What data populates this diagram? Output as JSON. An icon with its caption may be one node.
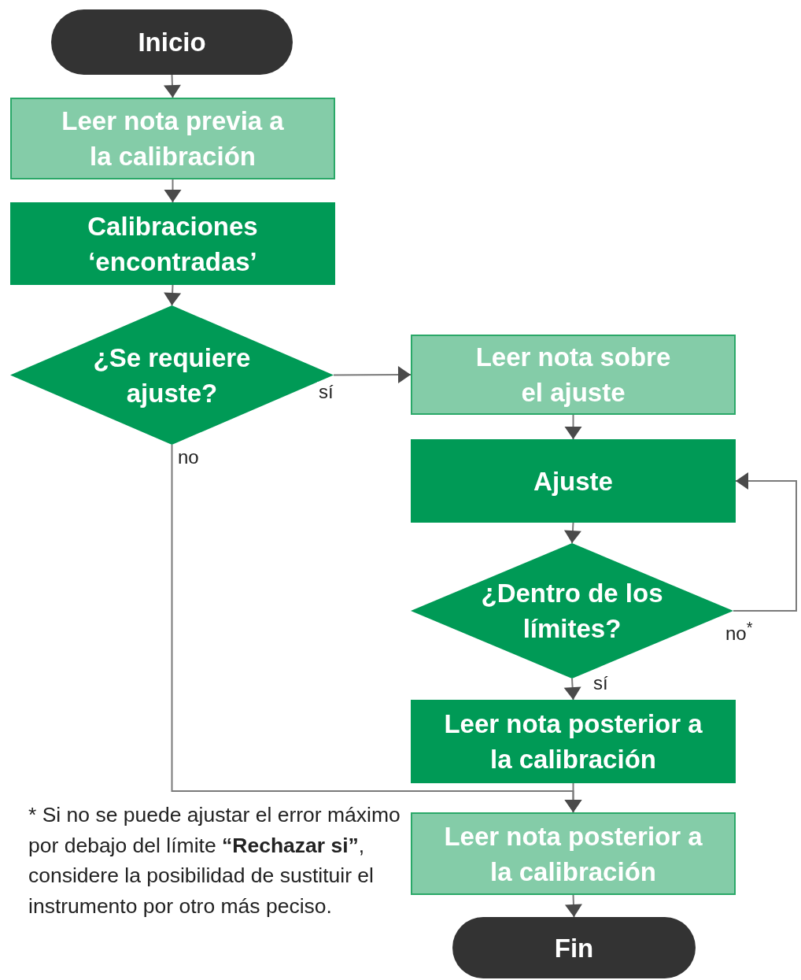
{
  "diagram": {
    "nodes": [
      {
        "text": [
          "Inicio"
        ]
      },
      {
        "text": [
          "Leer nota previa a la calibración"
        ]
      },
      {
        "text": [
          "Calibraciones ‘encontradas’"
        ]
      },
      {
        "text": [
          "¿Se requiere ajuste?"
        ]
      },
      {
        "text": [
          "Leer nota sobre el ajuste"
        ]
      },
      {
        "text": [
          "Ajuste"
        ]
      },
      {
        "text": [
          "¿Dentro de los límites?"
        ]
      },
      {
        "text": [
          "Leer nota posterior a la calibración"
        ]
      },
      {
        "text": [
          "Leer nota posterior a la calibración"
        ]
      },
      {
        "text": [
          "Fin"
        ]
      }
    ],
    "edges": [
      {
        "from": 0,
        "to": 1,
        "arrow": "to"
      },
      {
        "from": 1,
        "to": 2,
        "arrow": "to"
      },
      {
        "from": 2,
        "to": 3,
        "arrow": "to"
      },
      {
        "from": 3,
        "to": 4,
        "arrow": "to",
        "label": "sí"
      },
      {
        "from": 3,
        "to": 8,
        "arrow": "to",
        "label": "no"
      },
      {
        "from": 4,
        "to": 5,
        "arrow": "to"
      },
      {
        "from": 5,
        "to": 6,
        "arrow": "to"
      },
      {
        "from": 6,
        "to": 5,
        "arrow": "to",
        "label": "no$^{*}$"
      },
      {
        "from": 6,
        "to": 7,
        "arrow": "to",
        "label": "sí"
      },
      {
        "from": 7,
        "to": 8,
        "arrow": "to"
      },
      {
        "from": 8,
        "to": 9,
        "arrow": "to"
      }
    ],
    "labels": [
      "* Si no se puede ajustar el error máximo por debajo del límite **“Rechazar si”**, considere la posibilidad de sustituir el instrumento por otro más peciso."
    ]
  }
}
